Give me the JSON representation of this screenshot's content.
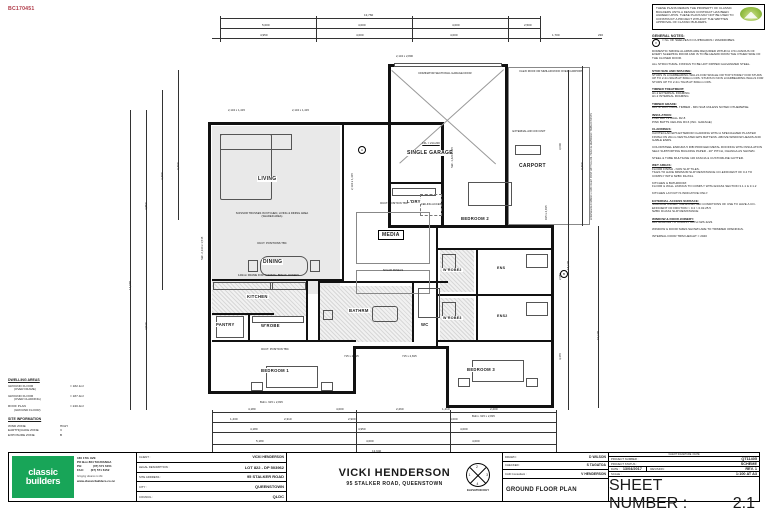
{
  "sheet": {
    "bc_number": "BC170451"
  },
  "notes_panel": {
    "copyright_block": "THESE PLANS REMAIN THE PROPERTY OF CLASSIC BUILDERS UNTIL A DESIGN CONTRACT HAS BEEN AGREED UPON. THESE PLANS MAY NOT BE USED TO CONSTRUCT A PROJECT WITHOUT THE WRITTEN APPROVAL OF CLASSIC BUILDERS.",
    "heading": "GENERAL NOTES:",
    "shelf_symbol": "X",
    "shelf_note": "= No. OF SHELVES IN CUPBOARDS / WARDROBES",
    "items": [
      "DOMESTIC SMOKE ALARMS ARE REQUIRED WITHIN A 3.5m RADIUS OF EVERY SLEEPING ROOM AND IS TO BE HEARD FROM THE OTHER SIDE OF THE CLOSED DOOR.",
      "ALL STRUCTURAL FIXINGS TO BE HOT DIPPED GALVANIZED STEEL."
    ],
    "sections": [
      {
        "title": "STUD SIZE AND SPACING:",
        "body": "STUDS IN LOADBEARING WALLS FOR SINGLE OR TOP STOREY FOR STUDS UP TO 2.4m 90x45 AT 600mm CRS. STUDS IN NON LOADBEARING WALLS FOR STUDS UP TO 2.4m 70x45 AT 600mm CRS."
      },
      {
        "title": "TIMBER TREATMENT:",
        "body": "H1.2 EXTERNAL FRAMING\nH1.2 INTERNAL FRAMING"
      },
      {
        "title": "TIMBER GRADE:",
        "body": "ALL STRUCTURAL TIMBER - MIN SG8 UNLESS NOTED OTHERWISE."
      },
      {
        "title": "INSULATION:",
        "body": "PINK BATTS WALL        R2.8\nPINK BATTS CEILING   R3.6 (INC. GARAGE)"
      },
      {
        "title": "CLADDINGS:",
        "body": "CAVITECLAD EPS EXTERIOR CLADDING WITH A SPECIALIZED PLASTER FINISH ON 20mm VENTILATED EPS BATTENS. ABOVE WINDOW HEADS AND GABLE ENDS.\n\nCOLORSTEEL ENDURA 5 RIB PROFILED METAL ROOFING WITH INSULATION SELF SUPPORTING BUILDING PAPER - 20° PITCH, OHANGA AS SHOWN.\n\nSTEEL & TUBE MULTILINE 130 FASCIA & CUSTOMLINE GUTTER."
      },
      {
        "title": "WET AREAS:",
        "body": "FLOOR FINISH - NON SLIP TILES.\nTILES TO HAVE MINIMUM SLIP RESISTANCE CO-EFFICIENT OF 0.4 TO COMPLY WITH NZBC D1/AS1.\n\nKITCHEN & BATHROOM:\nFLOOR & WALL LININGS TO COMPLY WITH E3/AS1 SECTION 3.1.1 & 3.1.2\n\nKITCHEN LAYOUT IS INDICATIVE ONLY."
      },
      {
        "title": "EXTERNAL ACCESS SURFACE:",
        "body": "SURFACE UNDER THE EXPECTED CONDITIONS OF USE TO HAVE A CO-EFFICIENT OF FRICTION > 0.4 > 0.01:25.5\nNZBC D1/AS1 SLIP RESISTANCE"
      },
      {
        "title": "WINDOW & DOOR JOINERY:",
        "body": "ALL GLAZING TO COMPLY WITH NZS 4223.\n\nWINDOW & DOOR SIZES SHOWN ARE TO TRIMMED OPENINGS.\n\nINTERNAL DOOR TRIM HEIGHT = 2040"
      }
    ]
  },
  "dwelling_areas": {
    "heading": "DWELLING AREAS",
    "rows": [
      {
        "label": "GROUND FLOOR",
        "sub": "(OVER FRAME)",
        "value": "= 182.1m²"
      },
      {
        "label": "GROUND FLOOR",
        "sub": "(OVER CLADDING)",
        "value": "= 187.4m²"
      },
      {
        "label": "ROOF PLAN",
        "sub": "(GROUND FLOOR)",
        "value": "= 240.4m²"
      }
    ],
    "site_heading": "SITE INFORMATION",
    "site_rows": [
      {
        "label": "WIND ZONE",
        "value": "HIGH"
      },
      {
        "label": "EARTHQUAKE ZONE",
        "value": "3"
      },
      {
        "label": "EXPOSURE ZONE",
        "value": "B"
      }
    ]
  },
  "title_block": {
    "company": {
      "name_line1": "classic",
      "name_line2": "builders",
      "address1": "160 17th AVE",
      "address2": "PO Box 864  TAURANGA",
      "phone_label": "PH:",
      "phone": "(07) 571 6151",
      "fax_label": "FAX:",
      "fax": "(07) 571 6152",
      "tagline": "bringing dreams to life",
      "web": "www.classicbuilders.co.nz"
    },
    "client_rows": [
      {
        "key": "CLIENT :",
        "value": "VICKI HENDERSON",
        "small": true
      },
      {
        "key": "LEGAL DESCRIPTION :",
        "value": "LOT 822 - DP 503962"
      },
      {
        "key": "SITE ADDRESS :",
        "value": "95 STALKER ROAD"
      },
      {
        "key": "CITY :",
        "value": "QUEENSTOWN"
      },
      {
        "key": "COUNCIL :",
        "value": "QLDC"
      }
    ],
    "project_title": "VICKI HENDERSON",
    "project_address": "95 STALKER ROAD, QUEENSTOWN",
    "elevation_key_label": "ELEVATION KEY",
    "elevation_key_numbers": [
      "2",
      "3",
      "4",
      "1"
    ],
    "drawn_rows": [
      {
        "key": "DRAWN :",
        "value": "D WILSON"
      },
      {
        "key": "CHECKED :",
        "value": "S TAGATOA"
      },
      {
        "key": "CAD Consultant :",
        "value": "V HENDERSON"
      }
    ],
    "sheet_title": "GROUND FLOOR PLAN",
    "signature_label": "CLIENT SIGNATURE / DATE",
    "project_rows": [
      {
        "key": "PROJECT NUMBER :",
        "value": "QT11405"
      },
      {
        "key": "PROJECT STATUS :",
        "value": "SCHEME"
      }
    ],
    "date_label": "DATE :",
    "date_value": "13/04/2017",
    "revision_label": "REVISION :",
    "revision_value": "REV. 1",
    "scale_label": "SCALE :",
    "scale_value": "1:100 AT A3",
    "sheet_number_label": "SHEET NUMBER :",
    "sheet_number": "2.1"
  },
  "plan": {
    "rooms": [
      {
        "name": "LIVING",
        "dims": ""
      },
      {
        "name": "DINING",
        "dims": ""
      },
      {
        "name": "MEDIA",
        "dims": ""
      },
      {
        "name": "KITCHEN",
        "dims": ""
      },
      {
        "name": "PANTRY",
        "dims": ""
      },
      {
        "name": "W'ROBE",
        "dims": ""
      },
      {
        "name": "BEDROOM 1",
        "dims": "Bdrm. 915 x 2,815"
      },
      {
        "name": "BATHRM",
        "dims": ""
      },
      {
        "name": "WC",
        "dims": ""
      },
      {
        "name": "BEDROOM 2",
        "dims": ""
      },
      {
        "name": "BEDROOM 3",
        "dims": "Bdrm. 915 x 2,815"
      },
      {
        "name": "ENS",
        "dims": ""
      },
      {
        "name": "ENS2",
        "dims": ""
      },
      {
        "name": "W'ROBE2",
        "dims": ""
      },
      {
        "name": "W'ROBE3",
        "dims": ""
      },
      {
        "name": "SINGLE GARAGE",
        "dims": "2,400 STUD"
      },
      {
        "name": "CARPORT",
        "dims": ""
      },
      {
        "name": "L'DRY",
        "dims": ""
      }
    ],
    "annotations": [
      "DOMINATOR SECTIONAL GARAGE DOOR",
      "FFL = 214.200",
      "CEILING ACCESS",
      "FLEXI ROOF OR SIMILAR ROOF OVER CARPORT",
      "EXTERNAL AIR CON UNIT",
      "SCISSOR TRUSSES IN KITCHEN, LIVING & DINING AREA (SHADED AREA)",
      "DUCT. POSITIONS TBC",
      "140mm FRAME FOR THERMAL BREAK JOINERY",
      "SOLAR PANELS",
      "DUCT. POSITION TBC",
      "ENGINEERED 188mm x 1150 DEEP POST WITH ALUM. HEAD & 142/900mm TIMBER POSTS",
      "1,000 DEEP ENTRANCE ROOF ABOVE"
    ],
    "window_tags": [
      "2,134 x 1,415",
      "2,134 x 1,415",
      "2,134 x 1,415",
      "Sldr. 2,134 x 1,515",
      "Sldr. 1,424 x 815",
      "2,134 x 2,800",
      "2,134 x 2,800",
      "715 x 2,815",
      "715 x 2,815",
      "915 x 2,815"
    ],
    "dims_top": [
      "13,760",
      "5,000",
      "4,000",
      "4,000",
      "2,500",
      "4,950",
      "4,000",
      "4,000",
      "1,700",
      "230"
    ],
    "dims_bottom": [
      "13,940",
      "5,180",
      "4,000",
      "4,180",
      "4,950",
      "4,000",
      "4,000",
      "2,260",
      "1,010",
      "1,010",
      "1,410",
      "1,200",
      "2,200",
      "1,430",
      "2,310",
      "1,010",
      "2,900"
    ],
    "dims_left": [
      "9,760",
      "3,700",
      "4,850",
      "3,540",
      "14,660",
      "2,400",
      "1,500",
      "3,050"
    ],
    "dims_right": [
      "18,170",
      "9,760",
      "5,530",
      "2,950",
      "4,470",
      "10,170",
      "3,000",
      "1,500"
    ],
    "scale_note": "NTS"
  }
}
